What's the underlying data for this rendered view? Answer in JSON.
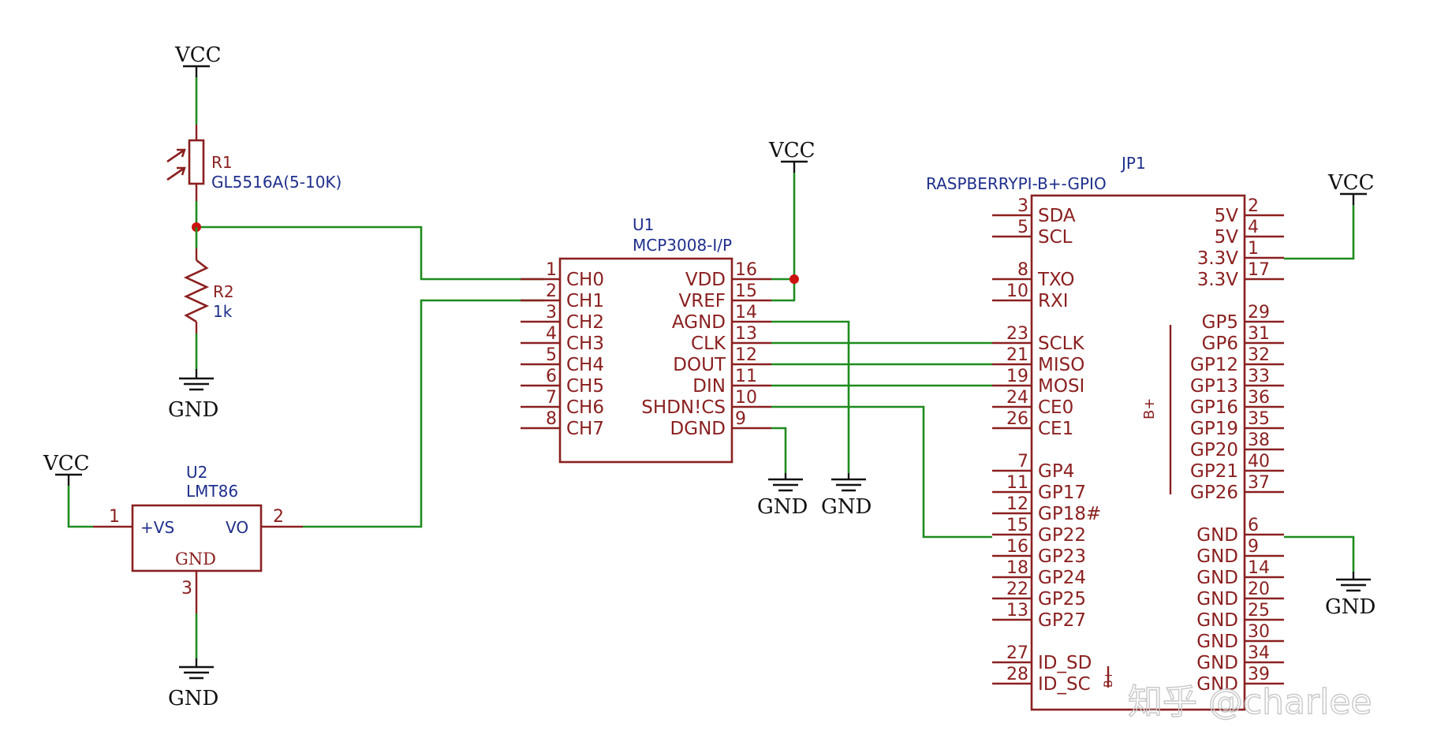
{
  "power_labels": {
    "vcc": "VCC",
    "gnd": "GND"
  },
  "colors": {
    "wire": "#1e8c1e",
    "part_body": "#8b2020",
    "part_name": "#1f2f8c",
    "junction": "#cc1111"
  },
  "r1": {
    "ref": "R1",
    "value": "GL5516A(5-10K)"
  },
  "r2": {
    "ref": "R2",
    "value": "1k"
  },
  "u1": {
    "ref": "U1",
    "value": "MCP3008-I/P",
    "left_pins": [
      {
        "num": "1",
        "name": "CH0"
      },
      {
        "num": "2",
        "name": "CH1"
      },
      {
        "num": "3",
        "name": "CH2"
      },
      {
        "num": "4",
        "name": "CH3"
      },
      {
        "num": "5",
        "name": "CH4"
      },
      {
        "num": "6",
        "name": "CH5"
      },
      {
        "num": "7",
        "name": "CH6"
      },
      {
        "num": "8",
        "name": "CH7"
      }
    ],
    "right_pins": [
      {
        "num": "16",
        "name": "VDD"
      },
      {
        "num": "15",
        "name": "VREF"
      },
      {
        "num": "14",
        "name": "AGND"
      },
      {
        "num": "13",
        "name": "CLK"
      },
      {
        "num": "12",
        "name": "DOUT"
      },
      {
        "num": "11",
        "name": "DIN"
      },
      {
        "num": "10",
        "name": "SHDN!CS"
      },
      {
        "num": "9",
        "name": "DGND"
      }
    ]
  },
  "u2": {
    "ref": "U2",
    "value": "LMT86",
    "pins": [
      {
        "num": "1",
        "name": "+VS"
      },
      {
        "num": "2",
        "name": "VO"
      },
      {
        "num": "3",
        "name": "GND"
      }
    ]
  },
  "jp1": {
    "ref": "JP1",
    "value": "RASPBERRYPI-B+-GPIO",
    "center_label": "B+",
    "left_pins": [
      {
        "num": "3",
        "name": "SDA"
      },
      {
        "num": "5",
        "name": "SCL"
      },
      {
        "num": "",
        "name": ""
      },
      {
        "num": "8",
        "name": "TXO"
      },
      {
        "num": "10",
        "name": "RXI"
      },
      {
        "num": "",
        "name": ""
      },
      {
        "num": "23",
        "name": "SCLK"
      },
      {
        "num": "21",
        "name": "MISO"
      },
      {
        "num": "19",
        "name": "MOSI"
      },
      {
        "num": "24",
        "name": "CE0"
      },
      {
        "num": "26",
        "name": "CE1"
      },
      {
        "num": "",
        "name": ""
      },
      {
        "num": "7",
        "name": "GP4"
      },
      {
        "num": "11",
        "name": "GP17"
      },
      {
        "num": "12",
        "name": "GP18#"
      },
      {
        "num": "15",
        "name": "GP22"
      },
      {
        "num": "16",
        "name": "GP23"
      },
      {
        "num": "18",
        "name": "GP24"
      },
      {
        "num": "22",
        "name": "GP25"
      },
      {
        "num": "13",
        "name": "GP27"
      },
      {
        "num": "",
        "name": ""
      },
      {
        "num": "27",
        "name": "ID_SD"
      },
      {
        "num": "28",
        "name": "ID_SC"
      }
    ],
    "right_pins": [
      {
        "num": "2",
        "name": "5V"
      },
      {
        "num": "4",
        "name": "5V"
      },
      {
        "num": "1",
        "name": "3.3V"
      },
      {
        "num": "17",
        "name": "3.3V"
      },
      {
        "num": "",
        "name": ""
      },
      {
        "num": "29",
        "name": "GP5"
      },
      {
        "num": "31",
        "name": "GP6"
      },
      {
        "num": "32",
        "name": "GP12"
      },
      {
        "num": "33",
        "name": "GP13"
      },
      {
        "num": "36",
        "name": "GP16"
      },
      {
        "num": "35",
        "name": "GP19"
      },
      {
        "num": "38",
        "name": "GP20"
      },
      {
        "num": "40",
        "name": "GP21"
      },
      {
        "num": "37",
        "name": "GP26"
      },
      {
        "num": "",
        "name": ""
      },
      {
        "num": "6",
        "name": "GND"
      },
      {
        "num": "9",
        "name": "GND"
      },
      {
        "num": "14",
        "name": "GND"
      },
      {
        "num": "20",
        "name": "GND"
      },
      {
        "num": "25",
        "name": "GND"
      },
      {
        "num": "30",
        "name": "GND"
      },
      {
        "num": "34",
        "name": "GND"
      },
      {
        "num": "39",
        "name": "GND"
      }
    ]
  },
  "watermark": "知乎 @charlee"
}
